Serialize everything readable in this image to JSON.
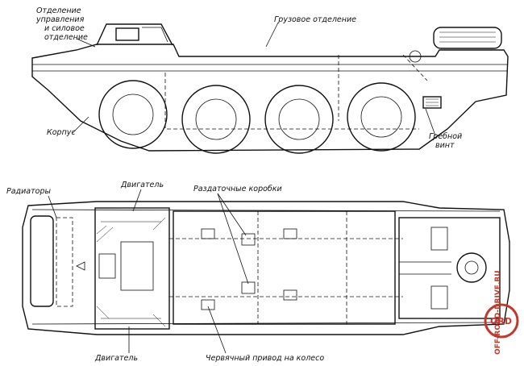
{
  "side_view": {
    "label_control": [
      "Отделение",
      "управления",
      "и силовое",
      "отделение"
    ],
    "label_cargo": "Грузовое отделение",
    "label_hull": "Корпус",
    "label_propeller": [
      "Гребной",
      "винт"
    ]
  },
  "top_view": {
    "label_radiators": "Радиаторы",
    "label_engine_top": "Двигатель",
    "label_transfer": "Раздаточные коробки",
    "label_engine_bottom": "Двигатель",
    "label_worm": "Червячный привод на колесо"
  },
  "watermark": {
    "text": "OFF-ROAD-DRIVE.RU",
    "logo": "ORD",
    "color": "#c0392b"
  }
}
